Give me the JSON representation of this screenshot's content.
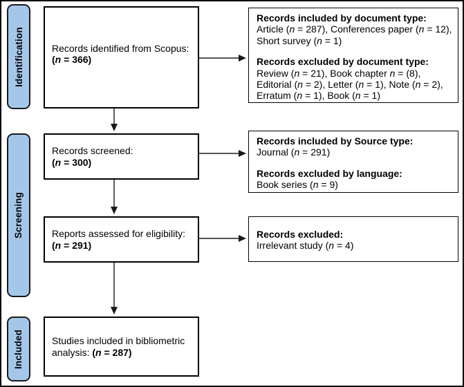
{
  "diagram": {
    "title": "PRISMA-style bibliometric study selection flow diagram",
    "colors": {
      "stage_fill": "#a4c7e9",
      "stage_border": "#1a1a1a",
      "box_border": "#000000",
      "arrow": "#1a1a1a",
      "background": "#ffffff"
    },
    "stages": [
      {
        "label": "Identification"
      },
      {
        "label": "Screening"
      },
      {
        "label": "Included"
      }
    ],
    "flow_boxes": [
      {
        "name": "records-identified",
        "lines": [
          [
            {
              "t": "Records identified from Scopus:"
            }
          ],
          [
            {
              "t": "(",
              "b": true
            },
            {
              "t": "n",
              "b": true,
              "i": true
            },
            {
              "t": " = 366)",
              "b": true
            }
          ]
        ]
      },
      {
        "name": "records-screened",
        "lines": [
          [
            {
              "t": "Records screened:"
            }
          ],
          [
            {
              "t": "(",
              "b": true
            },
            {
              "t": "n",
              "b": true,
              "i": true
            },
            {
              "t": " = 300)",
              "b": true
            }
          ]
        ]
      },
      {
        "name": "reports-assessed",
        "lines": [
          [
            {
              "t": "Reports assessed for eligibility:"
            }
          ],
          [
            {
              "t": "(",
              "b": true
            },
            {
              "t": "n",
              "b": true,
              "i": true
            },
            {
              "t": " = 291)",
              "b": true
            }
          ]
        ]
      },
      {
        "name": "studies-included",
        "lines": [
          [
            {
              "t": "Studies included in bibliometric"
            }
          ],
          [
            {
              "t": "analysis: "
            },
            {
              "t": "(",
              "b": true
            },
            {
              "t": "n",
              "b": true,
              "i": true
            },
            {
              "t": " = 287)",
              "b": true
            }
          ]
        ]
      }
    ],
    "side_boxes": [
      {
        "name": "document-type-criteria",
        "sections": [
          {
            "title": [
              {
                "t": "Records included by document type:",
                "b": true
              }
            ],
            "body": [
              {
                "t": "Article ("
              },
              {
                "t": "n",
                "i": true
              },
              {
                "t": " = 287), Conferences paper ("
              },
              {
                "t": "n",
                "i": true
              },
              {
                "t": " = 12), Short survey ("
              },
              {
                "t": "n",
                "i": true
              },
              {
                "t": " = 1)"
              }
            ]
          },
          {
            "title": [
              {
                "t": "Records excluded by document type:",
                "b": true
              }
            ],
            "body": [
              {
                "t": "Review ("
              },
              {
                "t": "n",
                "i": true
              },
              {
                "t": " = 21), Book chapter "
              },
              {
                "t": "n",
                "i": true
              },
              {
                "t": " = (8), Editorial ("
              },
              {
                "t": "n",
                "i": true
              },
              {
                "t": " = 2), Letter ("
              },
              {
                "t": "n",
                "i": true
              },
              {
                "t": " = 1), Note ("
              },
              {
                "t": "n",
                "i": true
              },
              {
                "t": " = 2), Erratum ("
              },
              {
                "t": "n",
                "i": true
              },
              {
                "t": " = 1), Book ("
              },
              {
                "t": "n",
                "i": true
              },
              {
                "t": " = 1)"
              }
            ]
          }
        ]
      },
      {
        "name": "source-type-language-criteria",
        "sections": [
          {
            "title": [
              {
                "t": "Records included by Source type:",
                "b": true
              }
            ],
            "body": [
              {
                "t": "Journal ("
              },
              {
                "t": "n",
                "i": true
              },
              {
                "t": " = 291)"
              }
            ]
          },
          {
            "title": [
              {
                "t": "Records excluded by language:",
                "b": true
              }
            ],
            "body": [
              {
                "t": "Book series ("
              },
              {
                "t": "n",
                "i": true
              },
              {
                "t": " = 9)"
              }
            ]
          }
        ]
      },
      {
        "name": "records-excluded",
        "sections": [
          {
            "title": [
              {
                "t": "Records excluded:",
                "b": true
              }
            ],
            "body": [
              {
                "t": "Irrelevant study ("
              },
              {
                "t": "n",
                "i": true
              },
              {
                "t": " = 4)"
              }
            ]
          }
        ]
      }
    ]
  }
}
